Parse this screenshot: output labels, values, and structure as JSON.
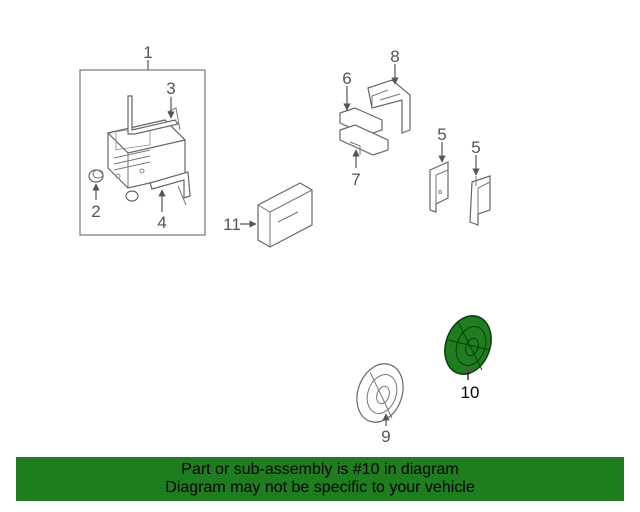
{
  "callouts": {
    "c1": "1",
    "c2": "2",
    "c3": "3",
    "c4": "4",
    "c5a": "5",
    "c5b": "5",
    "c6": "6",
    "c7": "7",
    "c8": "8",
    "c9": "9",
    "c10": "10",
    "c11": "11"
  },
  "highlight_color": "#1e7d1e",
  "banner": {
    "line1": "Part or sub-assembly is #10 in diagram",
    "line2": "Diagram may not be specific to your vehicle"
  }
}
